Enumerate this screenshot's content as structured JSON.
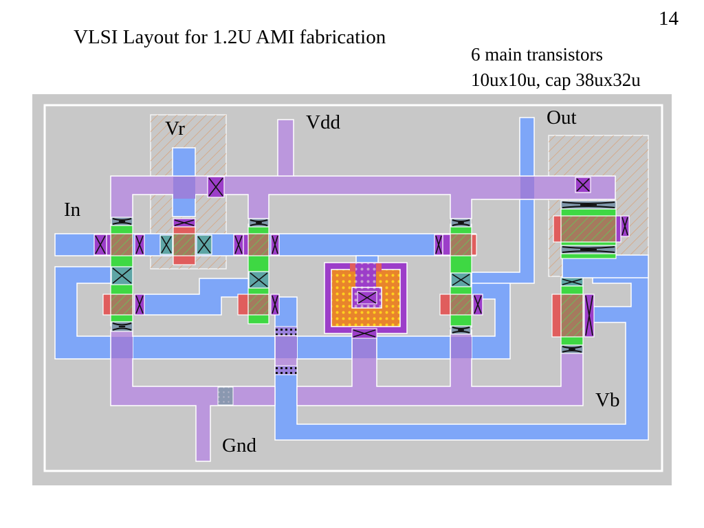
{
  "slide": {
    "title": "VLSI Layout for 1.2U AMI fabrication",
    "page_number": "14",
    "notes": [
      "6 main transistors",
      "10ux10u, cap 38ux32u"
    ]
  },
  "layout": {
    "labels": {
      "vr": "Vr",
      "vdd": "Vdd",
      "out": "Out",
      "in": "In",
      "gnd": "Gnd",
      "vb": "Vb"
    },
    "layers": {
      "background": "#c8c8c8",
      "metal1": "#bb97dd",
      "metal2": "#7ea6f8",
      "metal_overlap": "#9a82dc",
      "active": "#3ed843",
      "poly": "#e05d5d",
      "gate": "#a57a5e",
      "contact": "#5ea5a5",
      "via": "#9c3ec9",
      "well_hatch": "#d8a27a",
      "cap_plate": "#e8842c",
      "cap_dots": "#ffd21e",
      "outline": "#ffffff"
    },
    "transistor_count": 6,
    "transistor_size": "10ux10u",
    "capacitor_size": "38ux32u"
  }
}
